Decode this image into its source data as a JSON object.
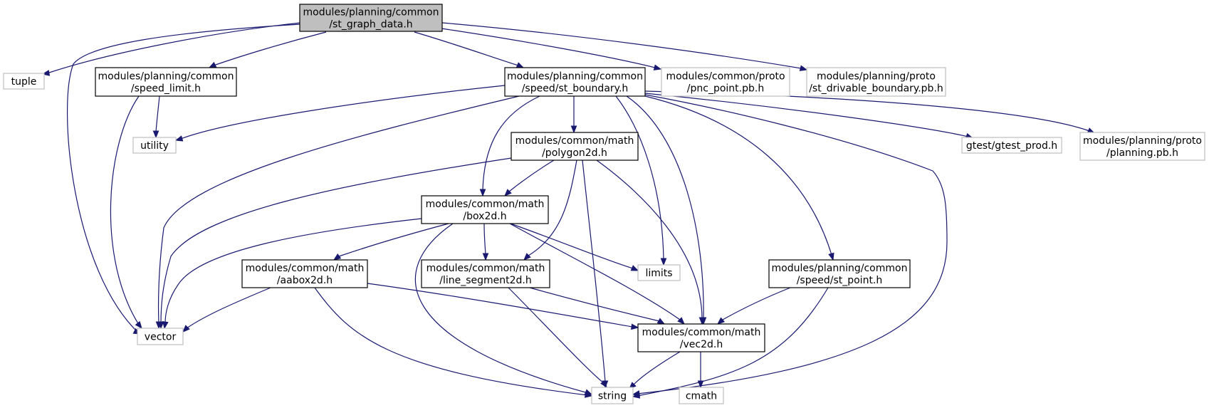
{
  "colors": {
    "edge": "#191970",
    "root_fill": "#bfbfbf",
    "local_border": "#000000",
    "external_border": "#bfbfbf"
  },
  "nodes": [
    {
      "id": "st_graph_data",
      "kind": "root",
      "lines": [
        "modules/planning/common",
        "/st_graph_data.h"
      ]
    },
    {
      "id": "tuple",
      "kind": "external",
      "lines": [
        "tuple"
      ]
    },
    {
      "id": "speed_limit",
      "kind": "local",
      "lines": [
        "modules/planning/common",
        "/speed_limit.h"
      ]
    },
    {
      "id": "st_boundary",
      "kind": "local",
      "lines": [
        "modules/planning/common",
        "/speed/st_boundary.h"
      ]
    },
    {
      "id": "pnc_point",
      "kind": "external",
      "lines": [
        "modules/common/proto",
        "/pnc_point.pb.h"
      ]
    },
    {
      "id": "st_drivable_boundary",
      "kind": "external",
      "lines": [
        "modules/planning/proto",
        "/st_drivable_boundary.pb.h"
      ]
    },
    {
      "id": "utility",
      "kind": "external",
      "lines": [
        "utility"
      ]
    },
    {
      "id": "polygon2d",
      "kind": "local",
      "lines": [
        "modules/common/math",
        "/polygon2d.h"
      ]
    },
    {
      "id": "gtest_prod",
      "kind": "external",
      "lines": [
        "gtest/gtest_prod.h"
      ]
    },
    {
      "id": "planning_pb",
      "kind": "external",
      "lines": [
        "modules/planning/proto",
        "/planning.pb.h"
      ]
    },
    {
      "id": "box2d",
      "kind": "local",
      "lines": [
        "modules/common/math",
        "/box2d.h"
      ]
    },
    {
      "id": "limits",
      "kind": "external",
      "lines": [
        "limits"
      ]
    },
    {
      "id": "aabox2d",
      "kind": "local",
      "lines": [
        "modules/common/math",
        "/aabox2d.h"
      ]
    },
    {
      "id": "line_segment2d",
      "kind": "local",
      "lines": [
        "modules/common/math",
        "/line_segment2d.h"
      ]
    },
    {
      "id": "st_point",
      "kind": "local",
      "lines": [
        "modules/planning/common",
        "/speed/st_point.h"
      ]
    },
    {
      "id": "vector",
      "kind": "external",
      "lines": [
        "vector"
      ]
    },
    {
      "id": "vec2d",
      "kind": "local",
      "lines": [
        "modules/common/math",
        "/vec2d.h"
      ]
    },
    {
      "id": "string",
      "kind": "external",
      "lines": [
        "string"
      ]
    },
    {
      "id": "cmath",
      "kind": "external",
      "lines": [
        "cmath"
      ]
    }
  ],
  "edges": [
    {
      "from": "st_graph_data",
      "to": "tuple"
    },
    {
      "from": "st_graph_data",
      "to": "vector"
    },
    {
      "from": "st_graph_data",
      "to": "speed_limit"
    },
    {
      "from": "st_graph_data",
      "to": "st_boundary"
    },
    {
      "from": "st_graph_data",
      "to": "pnc_point"
    },
    {
      "from": "st_graph_data",
      "to": "st_drivable_boundary"
    },
    {
      "from": "speed_limit",
      "to": "utility"
    },
    {
      "from": "speed_limit",
      "to": "vector"
    },
    {
      "from": "st_boundary",
      "to": "utility"
    },
    {
      "from": "st_boundary",
      "to": "vector"
    },
    {
      "from": "st_boundary",
      "to": "box2d"
    },
    {
      "from": "st_boundary",
      "to": "polygon2d"
    },
    {
      "from": "st_boundary",
      "to": "limits"
    },
    {
      "from": "st_boundary",
      "to": "vec2d"
    },
    {
      "from": "st_boundary",
      "to": "st_point"
    },
    {
      "from": "st_boundary",
      "to": "string"
    },
    {
      "from": "st_boundary",
      "to": "gtest_prod"
    },
    {
      "from": "st_boundary",
      "to": "planning_pb"
    },
    {
      "from": "polygon2d",
      "to": "vector"
    },
    {
      "from": "polygon2d",
      "to": "box2d"
    },
    {
      "from": "polygon2d",
      "to": "line_segment2d"
    },
    {
      "from": "polygon2d",
      "to": "string"
    },
    {
      "from": "polygon2d",
      "to": "vec2d"
    },
    {
      "from": "box2d",
      "to": "vector"
    },
    {
      "from": "box2d",
      "to": "aabox2d"
    },
    {
      "from": "box2d",
      "to": "string"
    },
    {
      "from": "box2d",
      "to": "line_segment2d"
    },
    {
      "from": "box2d",
      "to": "limits"
    },
    {
      "from": "box2d",
      "to": "vec2d"
    },
    {
      "from": "aabox2d",
      "to": "vector"
    },
    {
      "from": "aabox2d",
      "to": "string"
    },
    {
      "from": "aabox2d",
      "to": "vec2d"
    },
    {
      "from": "line_segment2d",
      "to": "string"
    },
    {
      "from": "line_segment2d",
      "to": "vec2d"
    },
    {
      "from": "st_point",
      "to": "vec2d"
    },
    {
      "from": "st_point",
      "to": "string"
    },
    {
      "from": "vec2d",
      "to": "string"
    },
    {
      "from": "vec2d",
      "to": "cmath"
    }
  ]
}
